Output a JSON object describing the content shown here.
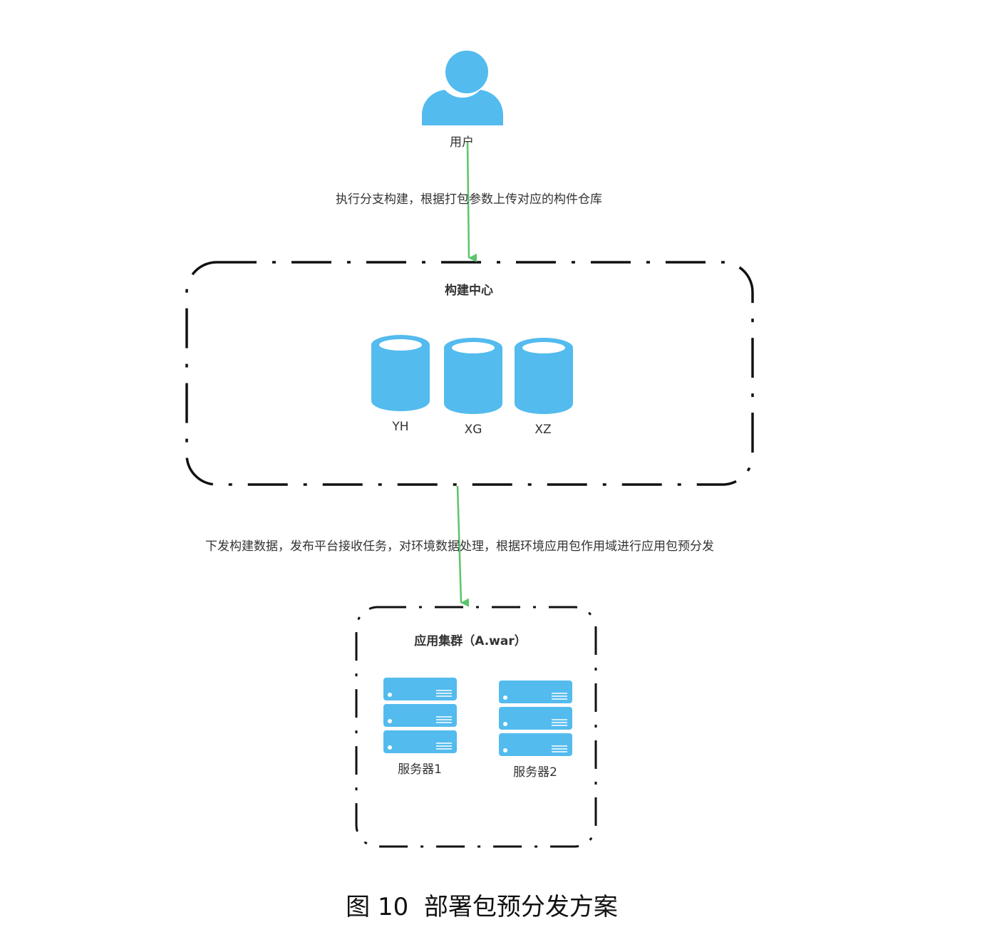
{
  "colors": {
    "accent": "#53BBEE",
    "edge": "#5CC46A",
    "border": "#111111",
    "text": "#333333"
  },
  "user": {
    "icon": "user-icon",
    "label": "用户"
  },
  "edges": [
    {
      "from": "user",
      "to": "build-center",
      "label": "执行分支构建，根据打包参数上传对应的构件仓库"
    },
    {
      "from": "build-center",
      "to": "app-cluster",
      "label": "下发构建数据，发布平台接收任务，对环境数据处理，根据环境应用包作用域进行应用包预分发"
    }
  ],
  "build_center": {
    "title": "构建中心",
    "repos": [
      {
        "icon": "database-icon",
        "label": "YH"
      },
      {
        "icon": "database-icon",
        "label": "XG"
      },
      {
        "icon": "database-icon",
        "label": "XZ"
      }
    ]
  },
  "app_cluster": {
    "title": "应用集群（A.war）",
    "servers": [
      {
        "icon": "server-icon",
        "label": "服务器1"
      },
      {
        "icon": "server-icon",
        "label": "服务器2"
      }
    ]
  },
  "caption": "图 10  部署包预分发方案"
}
